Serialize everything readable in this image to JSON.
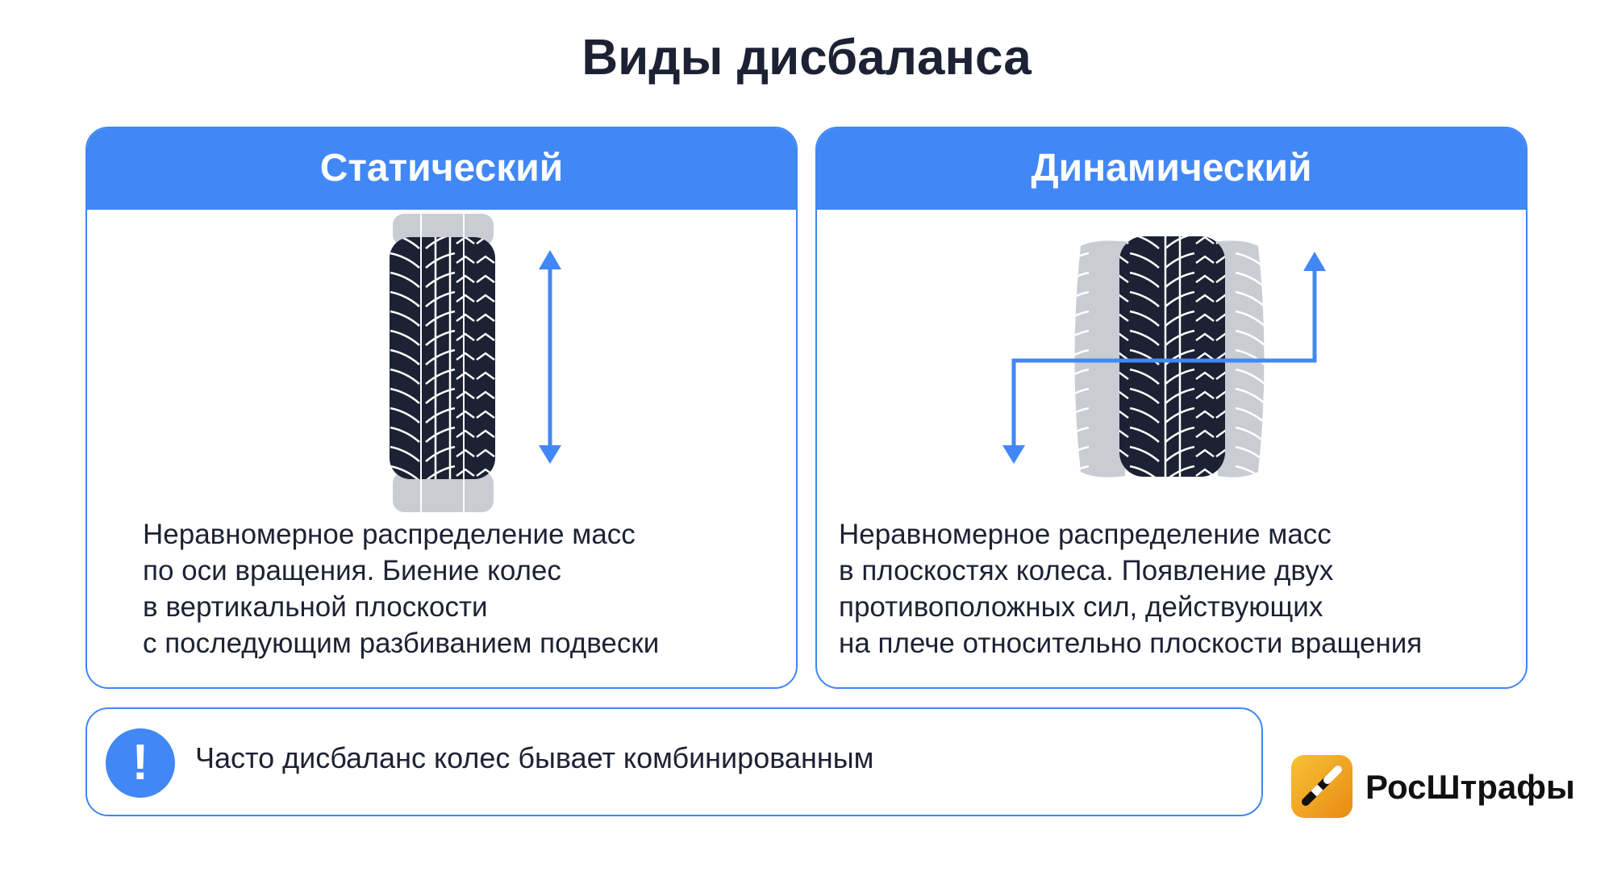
{
  "title": "Виды дисбаланса",
  "cards": [
    {
      "header": "Статический",
      "lines": [
        "Неравномерное распределение масс",
        "по оси вращения. Биение колес",
        "в вертикальной плоскости",
        "с последующим разбиванием подвески"
      ]
    },
    {
      "header": "Динамический",
      "lines": [
        "Неравномерное распределение масс",
        "в плоскостях колеса. Появление двух",
        "противоположных сил, действующих",
        "на плече относительно плоскости вращения"
      ]
    }
  ],
  "note": {
    "icon": "!",
    "text": "Часто дисбаланс колес бывает комбинированным"
  },
  "brand": {
    "name": "РосШтрафы"
  },
  "colors": {
    "accent": "#4187f6",
    "tire": "#1c2233",
    "brand": "#f2a623"
  }
}
